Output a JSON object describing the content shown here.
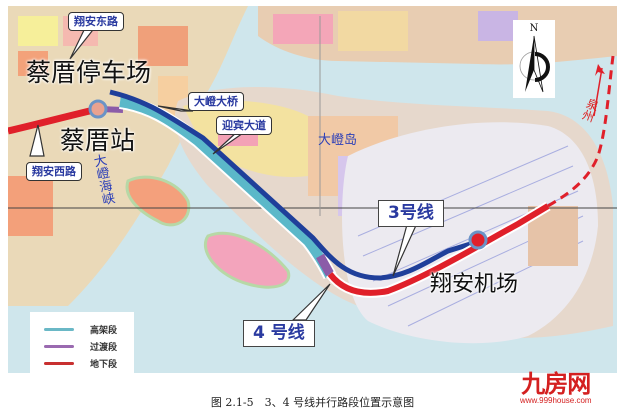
{
  "map": {
    "labels": {
      "depot": "蔡厝停车场",
      "station_caicuo": "蔡厝站",
      "airport": "翔安机场",
      "island": "大嶝岛",
      "strait": "大嶝海峡",
      "quanzhou": "泉州"
    },
    "callouts": {
      "xiangan_east_road": "翔安东路",
      "xiangan_west_road": "翔安西路",
      "dadeng_bridge": "大嶝大桥",
      "yingbin_avenue": "迎宾大道",
      "line3": "3号线",
      "line4": "4 号线"
    },
    "compass": {
      "north_label": "N"
    },
    "colors": {
      "elevated": "#5bb8c9",
      "transition": "#8b5ca8",
      "underground": "#e0202a",
      "line3": "#1f3f9a",
      "water": "#cfe6ec"
    }
  },
  "legend": {
    "items": [
      {
        "label": "高架段",
        "color": "#6ab8c6"
      },
      {
        "label": "过渡段",
        "color": "#9a6ab0"
      },
      {
        "label": "地下段",
        "color": "#c83030"
      }
    ]
  },
  "caption": "图 2.1-5　3、4 号线并行路段位置示意图",
  "watermark": {
    "logo": "九房网",
    "url": "www.999house.com"
  }
}
